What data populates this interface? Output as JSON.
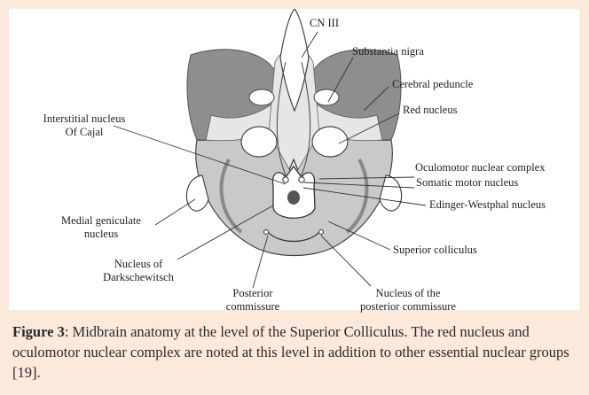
{
  "labels": {
    "cn3": "CN III",
    "substantia_nigra": "Substantia nigra",
    "cerebral_peduncle": "Cerebral peduncle",
    "red_nucleus": "Red nucleus",
    "interstitial_1": "Interstitial nucleus",
    "interstitial_2": "Of Cajal",
    "oculomotor_complex": "Oculomotor nuclear complex",
    "somatic_motor": "Somatic motor nucleus",
    "edinger": "Edinger-Westphal nucleus",
    "medial_gen_1": "Medial geniculate",
    "medial_gen_2": "nucleus",
    "superior_colliculus": "Superior colliculus",
    "darksch_1": "Nucleus of",
    "darksch_2": "Darkschewitsch",
    "post_comm_1": "Posterior",
    "post_comm_2": "commissure",
    "nuc_post_1": "Nucleus of the",
    "nuc_post_2": "posterior commissure"
  },
  "caption": {
    "label": "Figure 3",
    "text": ": Midbrain anatomy at the level of the Superior Colliculus. The red nucleus and oculomotor nuclear complex are noted at this level in addition to other essential nuclear groups [19]."
  },
  "colors": {
    "background": "#fbe9dc",
    "panel": "#ffffff",
    "dark_gray": "#8e8e8e",
    "mid_gray": "#c9c9c9",
    "light_gray": "#e6e6e6"
  }
}
